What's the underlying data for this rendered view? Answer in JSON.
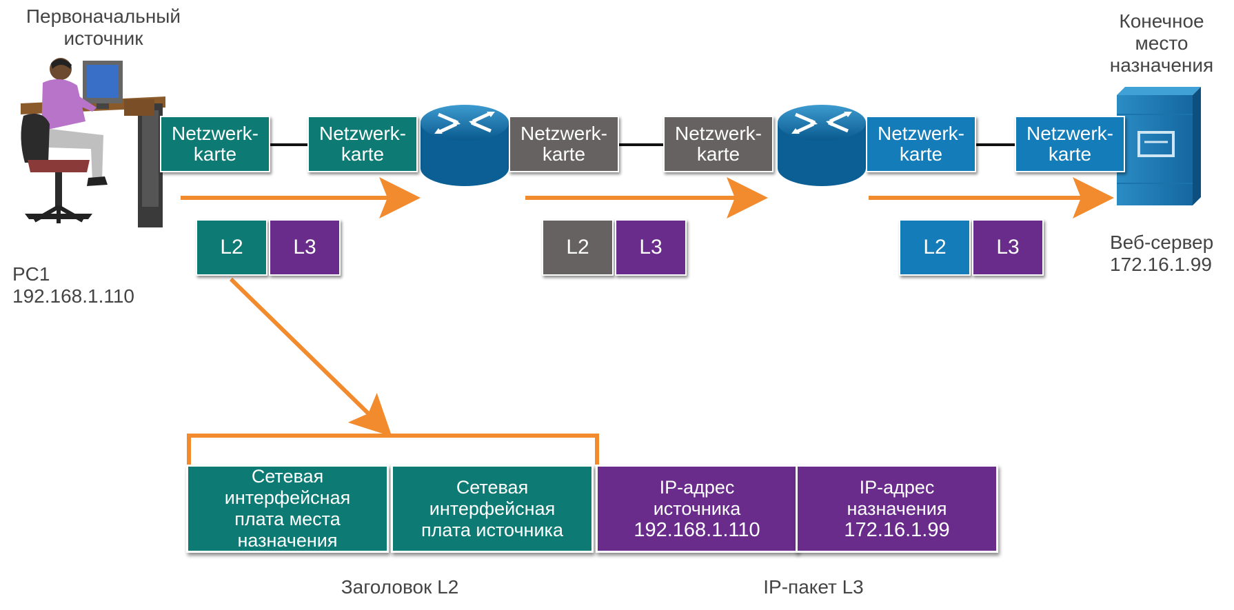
{
  "labels": {
    "source_title": [
      "Первоначальный",
      "источник"
    ],
    "destination_title": [
      "Конечное",
      "место",
      "назначения"
    ],
    "pc_name": "PC1",
    "pc_ip": "192.168.1.110",
    "server_name": "Веб-сервер",
    "server_ip": "172.16.1.99"
  },
  "nic_label": [
    "Netzwerk-",
    "karte"
  ],
  "segments": [
    {
      "color": "#0d7a73",
      "l2": "L2",
      "l3": "L3"
    },
    {
      "color": "#666262",
      "l2": "L2",
      "l3": "L3"
    },
    {
      "color": "#137cb9",
      "l2": "L2",
      "l3": "L3"
    }
  ],
  "frame": {
    "cells": [
      {
        "lines": [
          "Сетевая",
          "интерфейсная",
          "плата места",
          "назначения"
        ],
        "color": "#0d7a73"
      },
      {
        "lines": [
          "Сетевая",
          "интерфейсная",
          "плата источника"
        ],
        "color": "#0d7a73"
      },
      {
        "lines": [
          "IP-адрес",
          "источника",
          "192.168.1.110"
        ],
        "color": "#6a2c8b"
      },
      {
        "lines": [
          "IP-адрес",
          "назначения",
          "172.16.1.99"
        ],
        "color": "#6a2c8b"
      }
    ],
    "l2_header_caption": "Заголовок L2",
    "l3_packet_caption": "IP-пакет L3"
  },
  "colors": {
    "arrow": "#f28a2e",
    "teal": "#0d7a73",
    "gray": "#666262",
    "blue": "#137cb9",
    "purple": "#6a2c8b"
  },
  "icons": [
    "pc-user-icon",
    "router-icon",
    "server-icon"
  ]
}
